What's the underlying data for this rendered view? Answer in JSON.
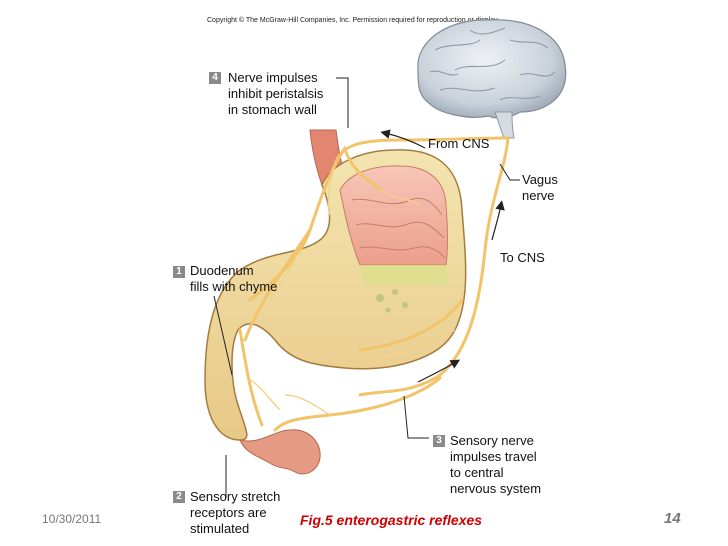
{
  "copyright": "Copyright © The McGraw-Hill Companies, Inc. Permission required for reproduction or display.",
  "steps": [
    {
      "number": "1",
      "lines": [
        "Duodenum",
        "fills with chyme"
      ]
    },
    {
      "number": "2",
      "lines": [
        "Sensory stretch",
        "receptors are",
        "stimulated"
      ]
    },
    {
      "number": "3",
      "lines": [
        "Sensory nerve",
        "impulses travel",
        "to central",
        "nervous system"
      ]
    },
    {
      "number": "4",
      "lines": [
        "Nerve impulses",
        "inhibit peristalsis",
        "in stomach wall"
      ]
    }
  ],
  "labels": {
    "from_cns": "From CNS",
    "to_cns": "To CNS",
    "vagus_nerve": [
      "Vagus",
      "nerve"
    ]
  },
  "footer": {
    "date": "10/30/2011",
    "caption": "Fig.5  enterogastric  reflexes",
    "page": "14"
  },
  "colors": {
    "caption": "#d00000",
    "nerve": "#f2c46a",
    "stomach_fill": "#f1e0a3",
    "stomach_lining": "#f4b4a4",
    "brain": "#c9d1da",
    "badge": "#8a8a8a"
  }
}
